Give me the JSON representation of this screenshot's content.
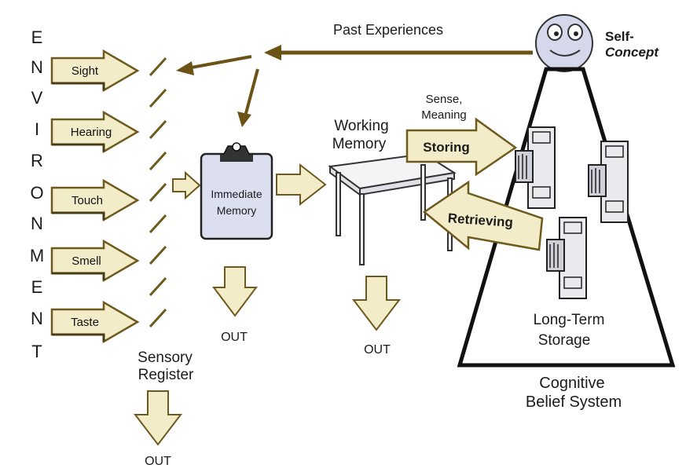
{
  "environment_letters": [
    "E",
    "N",
    "V",
    "I",
    "R",
    "O",
    "N",
    "M",
    "E",
    "N",
    "T"
  ],
  "senses": [
    "Sight",
    "Hearing",
    "Touch",
    "Smell",
    "Taste"
  ],
  "labels": {
    "past_experiences": "Past Experiences",
    "self_concept_line1": "Self-",
    "self_concept_line2": "Concept",
    "working_memory_line1": "Working",
    "working_memory_line2": "Memory",
    "sense_meaning_line1": "Sense,",
    "sense_meaning_line2": "Meaning",
    "storing": "Storing",
    "retrieving": "Retrieving",
    "immediate_memory_line1": "Immediate",
    "immediate_memory_line2": "Memory",
    "sensory_register_line1": "Sensory",
    "sensory_register_line2": "Register",
    "long_term_line1": "Long-Term",
    "long_term_line2": "Storage",
    "cognitive_line1": "Cognitive",
    "cognitive_line2": "Belief System",
    "out_immediate": "OUT",
    "out_working": "OUT",
    "out_sensory": "OUT"
  },
  "colors": {
    "arrow_fill": "#f3ecc8",
    "arrow_stroke": "#6e5a1e",
    "flow_arrow": "#6b5316",
    "clipboard_fill": "#dcdff0",
    "face_fill": "#d4d8ea"
  }
}
